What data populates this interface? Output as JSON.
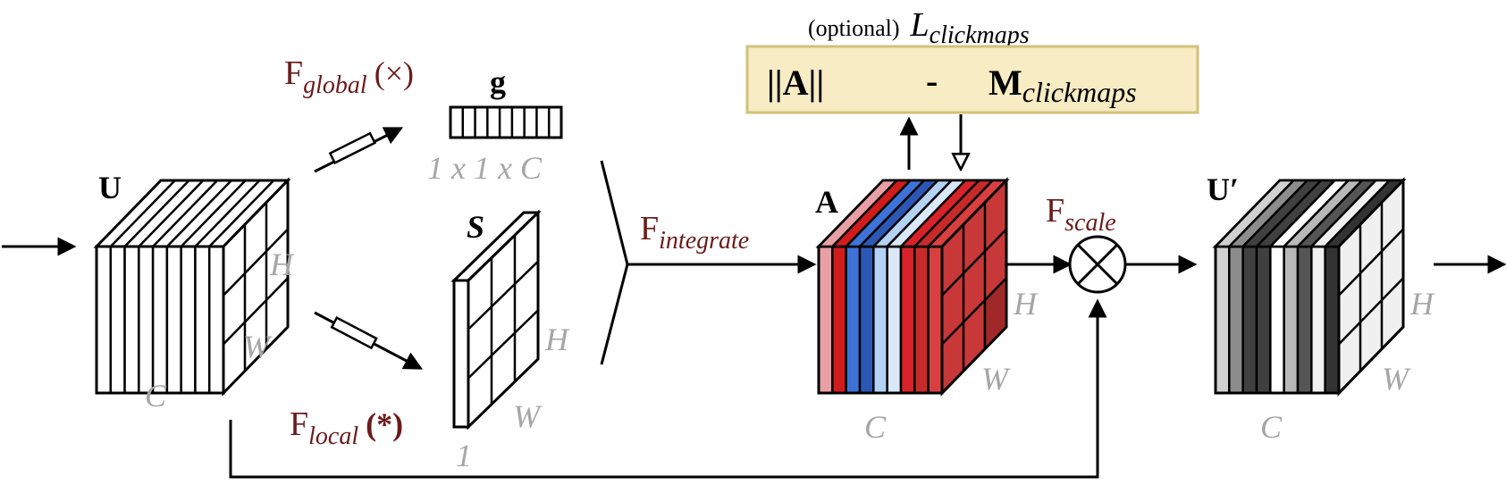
{
  "tensor_u": {
    "title": "U",
    "dims": {
      "c": "C",
      "h": "H",
      "w": "W"
    }
  },
  "vector_g": {
    "title": "g",
    "shape": "1 x 1 x C"
  },
  "map_s": {
    "title": "S",
    "dims": {
      "h": "H",
      "w": "W",
      "c": "1"
    }
  },
  "tensor_a": {
    "title": "A",
    "dims": {
      "c": "C",
      "h": "H",
      "w": "W"
    }
  },
  "tensor_u_prime": {
    "title": "U′",
    "dims": {
      "c": "C",
      "h": "H",
      "w": "W"
    }
  },
  "ops": {
    "global": {
      "base": "F",
      "sub": "global",
      "sym": "(×)"
    },
    "local": {
      "base": "F",
      "sub": "local",
      "sym": "(*)"
    },
    "integrate": {
      "base": "F",
      "sub": "integrate"
    },
    "scale": {
      "base": "F",
      "sub": "scale"
    }
  },
  "loss": {
    "prefix": "(optional)",
    "symbol": "L",
    "sub": "clickmaps",
    "norm": "||A||",
    "minus": "-",
    "target": "M",
    "target_sub": "clickmaps"
  },
  "colors": {
    "loss_box_fill": "#f7ecc4",
    "loss_box_stroke": "#d4c07a",
    "op_label": "#6b1a1a",
    "dim_label": "#a6a6a6",
    "a_stripes": [
      "#e8a0a4",
      "#d01c1c",
      "#3d73d8",
      "#2b58b4",
      "#b4d2f4",
      "#dbe8fa",
      "#d8222a",
      "#c82a2a",
      "#d84040"
    ],
    "a_side": "#c83838",
    "u_prime_stripes": [
      "#d0d0d0",
      "#8c8c8c",
      "#404040",
      "#404040",
      "#ffffff",
      "#b8b8b8",
      "#555555",
      "#f0f0f0",
      "#333333"
    ],
    "u_prime_side": "#f0f0f0"
  }
}
